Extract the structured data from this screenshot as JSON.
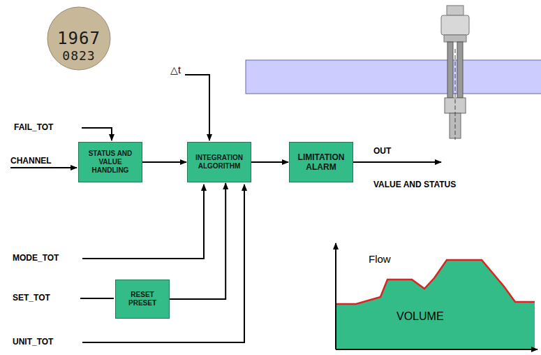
{
  "diagram": {
    "nodes": [
      {
        "text": [
          "STATUS AND VALUE HANDLING"
        ]
      },
      {
        "text": [
          "INTEGRATION ALGORITHM"
        ]
      },
      {
        "text": [
          "LIMITATION ALARM"
        ]
      },
      {
        "text": [
          "RESET PRESET"
        ]
      }
    ],
    "edges": [
      {
        "from": 0,
        "to": 1,
        "arrow": "to"
      },
      {
        "from": 1,
        "to": 2,
        "arrow": "to"
      },
      {
        "from": 3,
        "to": 1,
        "arrow": "to"
      }
    ],
    "labels": [
      "1967",
      "0823",
      "FAIL_TOT",
      "CHANNEL",
      "△t",
      "MODE_TOT",
      "SET_TOT",
      "UNIT_TOT",
      "OUT",
      "VALUE AND STATUS",
      "Flow",
      "VOLUME"
    ]
  }
}
